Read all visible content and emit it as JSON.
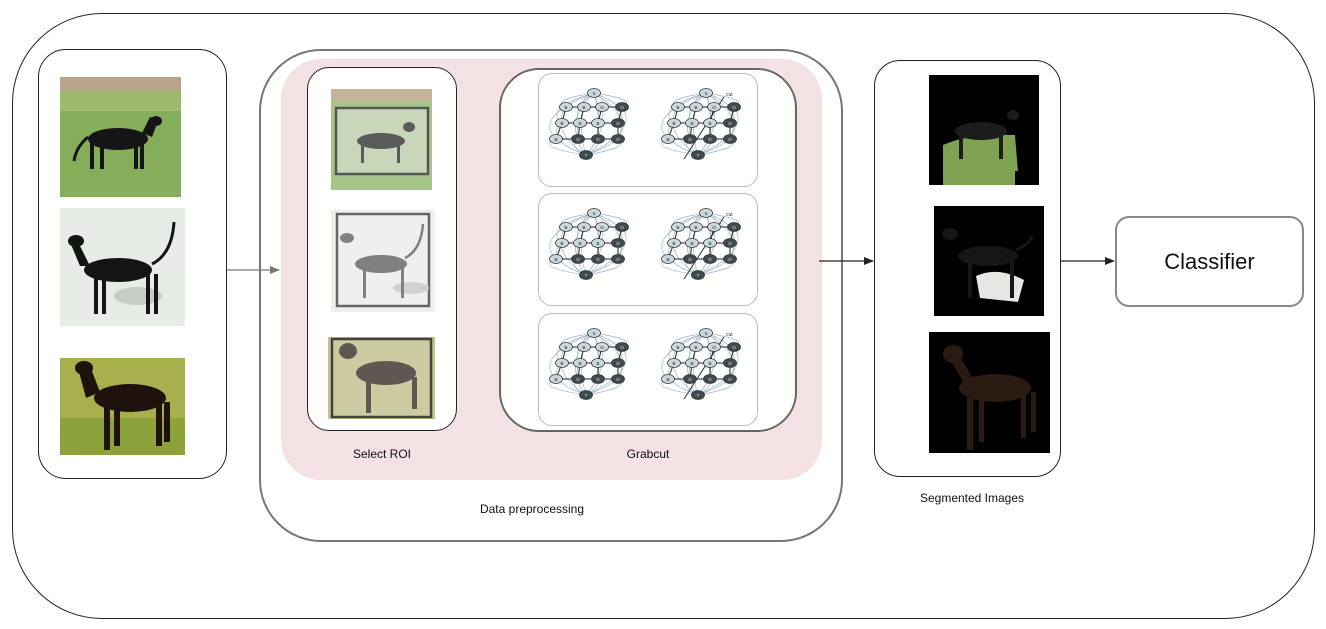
{
  "labels": {
    "select_roi": "Select ROI",
    "grabcut": "Grabcut",
    "data_preprocessing": "Data preprocessing",
    "segmented_images": "Segmented Images",
    "classifier": "Classifier"
  },
  "graph_nodes": {
    "source": "S",
    "sink": "T",
    "background": "B",
    "object": "O",
    "cut": "cut"
  },
  "colors": {
    "preprocessing_fill": "#f3e1e4",
    "edge_stroke": "#222222",
    "arrow": "#222222"
  }
}
